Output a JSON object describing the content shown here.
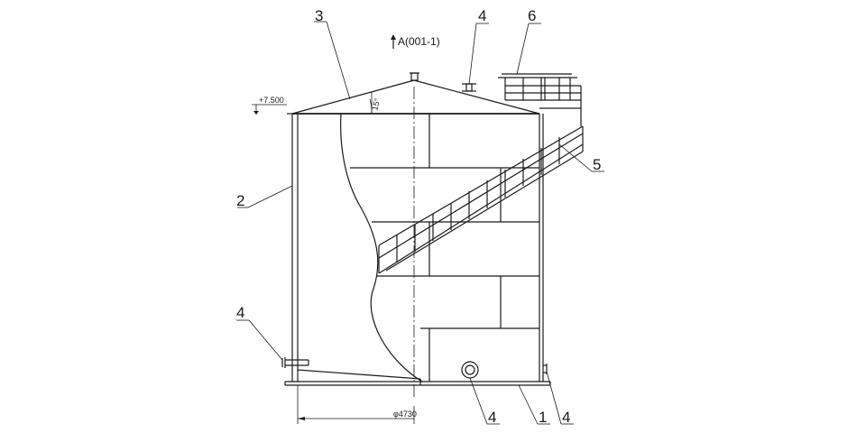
{
  "callouts": {
    "c1": "1",
    "c2": "2",
    "c3": "3",
    "c4_top": "4",
    "c4_left": "4",
    "c4_bottom": "4",
    "c4_right": "4",
    "c5": "5",
    "c6": "6"
  },
  "section_view": "A(001-1)",
  "elevation": "+7.500",
  "roof_angle": "15°",
  "diameter": "φ4730"
}
